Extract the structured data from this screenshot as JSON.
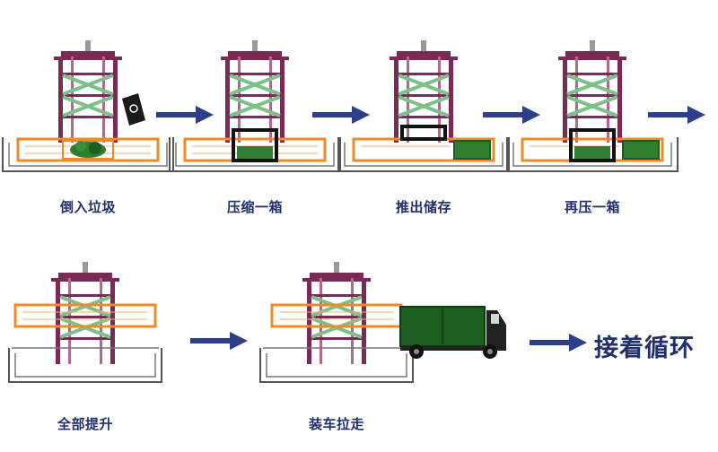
{
  "steps": [
    {
      "label": "倒入垃圾"
    },
    {
      "label": "压缩一箱"
    },
    {
      "label": "推出储存"
    },
    {
      "label": "再压一箱"
    },
    {
      "label": "全部提升"
    },
    {
      "label": "装车拉走"
    }
  ],
  "final_label": "接着循环",
  "colors": {
    "frame": "#7a2b55",
    "cross": "#7cc08a",
    "container": "#f08a24",
    "garbage": "#2e7d32",
    "pit": "#555555",
    "arrow": "#2d3e8a",
    "label": "#1f2f6b",
    "truck": "#1b5e20"
  },
  "icons": [
    "recycle-bin-icon",
    "flow-arrow-icon",
    "garbage-truck-icon"
  ]
}
